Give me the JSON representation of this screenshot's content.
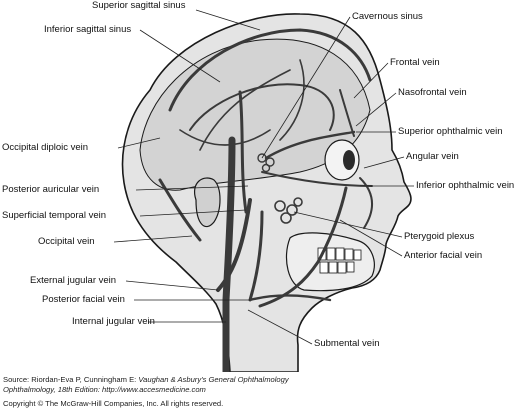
{
  "labels": {
    "superior_sagittal_sinus": "Superior sagittal sinus",
    "inferior_sagittal_sinus": "Inferior sagittal sinus",
    "cavernous_sinus": "Cavernous sinus",
    "frontal_vein": "Frontal vein",
    "nasofrontal_vein": "Nasofrontal vein",
    "superior_ophthalmic_vein": "Superior ophthalmic vein",
    "angular_vein": "Angular vein",
    "inferior_ophthalmic_vein": "Inferior ophthalmic vein",
    "occipital_diploic_vein": "Occipital diploic vein",
    "posterior_auricular_vein": "Posterior auricular vein",
    "superficial_temporal_vein": "Superficial temporal vein",
    "occipital_vein": "Occipital vein",
    "pterygoid_plexus": "Pterygoid plexus",
    "anterior_facial_vein": "Anterior facial vein",
    "external_jugular_vein": "External jugular vein",
    "posterior_facial_vein": "Posterior facial vein",
    "internal_jugular_vein": "Internal jugular vein",
    "submental_vein": "Submental vein"
  },
  "source": {
    "prefix": "Source: Riordan-Eva P, Cunningham E: ",
    "title": "Vaughan & Asbury's General Ophthalmology",
    "suffix_line1": "",
    "line2": "Ophthalmology, 18th Edition: http://www.accesmedicine.com"
  },
  "copyright": "Copyright © The McGraw-Hill Companies, Inc. All rights reserved.",
  "colors": {
    "head_fill": "#e4e4e4",
    "skull_fill": "#cfcfcf",
    "vein_fill": "#3a3a3a",
    "outline": "#1a1a1a",
    "leader": "#222222"
  }
}
